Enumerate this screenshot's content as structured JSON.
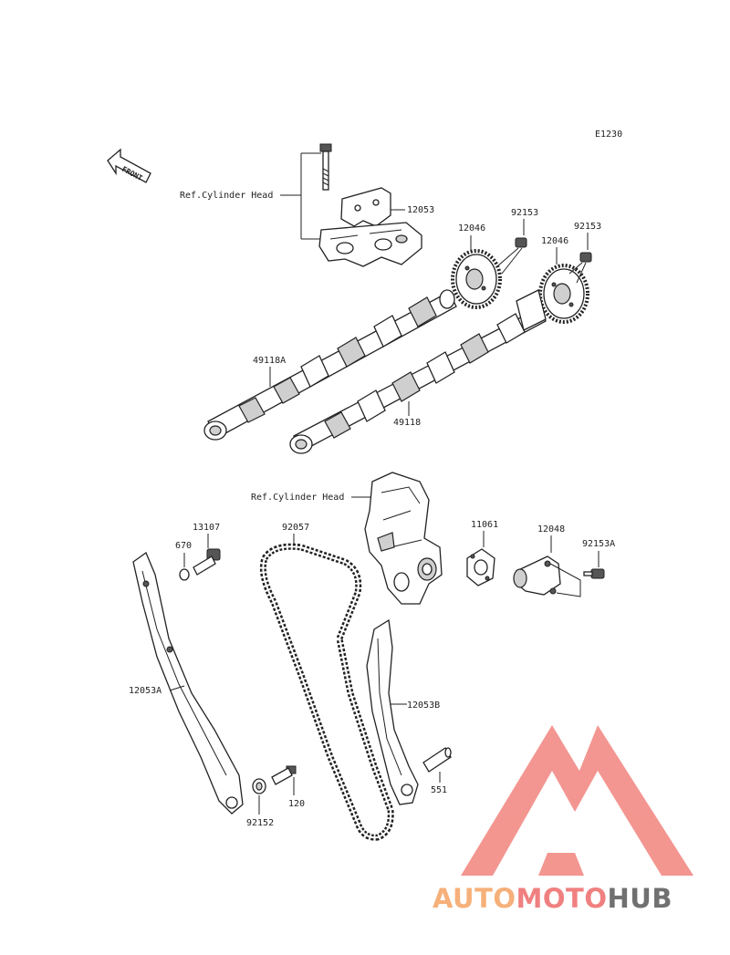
{
  "diagram_code": "E1230",
  "front_label": "FRONT",
  "refs": {
    "cylinder_head_top": "Ref.Cylinder Head",
    "cylinder_head_mid": "Ref.Cylinder Head"
  },
  "parts": {
    "p12053": "12053",
    "p12046a": "12046",
    "p92153a": "92153",
    "p12046b": "12046",
    "p92153b": "92153",
    "p49118A": "49118A",
    "p49118": "49118",
    "p13107": "13107",
    "p92057": "92057",
    "p670": "670",
    "p11061": "11061",
    "p12048": "12048",
    "p92153A": "92153A",
    "p12053A": "12053A",
    "p12053B": "12053B",
    "p551": "551",
    "p120": "120",
    "p92152": "92152"
  },
  "watermark": {
    "part1": "AUTO",
    "part2": "MOTO",
    "part3": "HUB",
    "color1": "#f6b07a",
    "color2": "#f08080",
    "color3": "#707070"
  }
}
